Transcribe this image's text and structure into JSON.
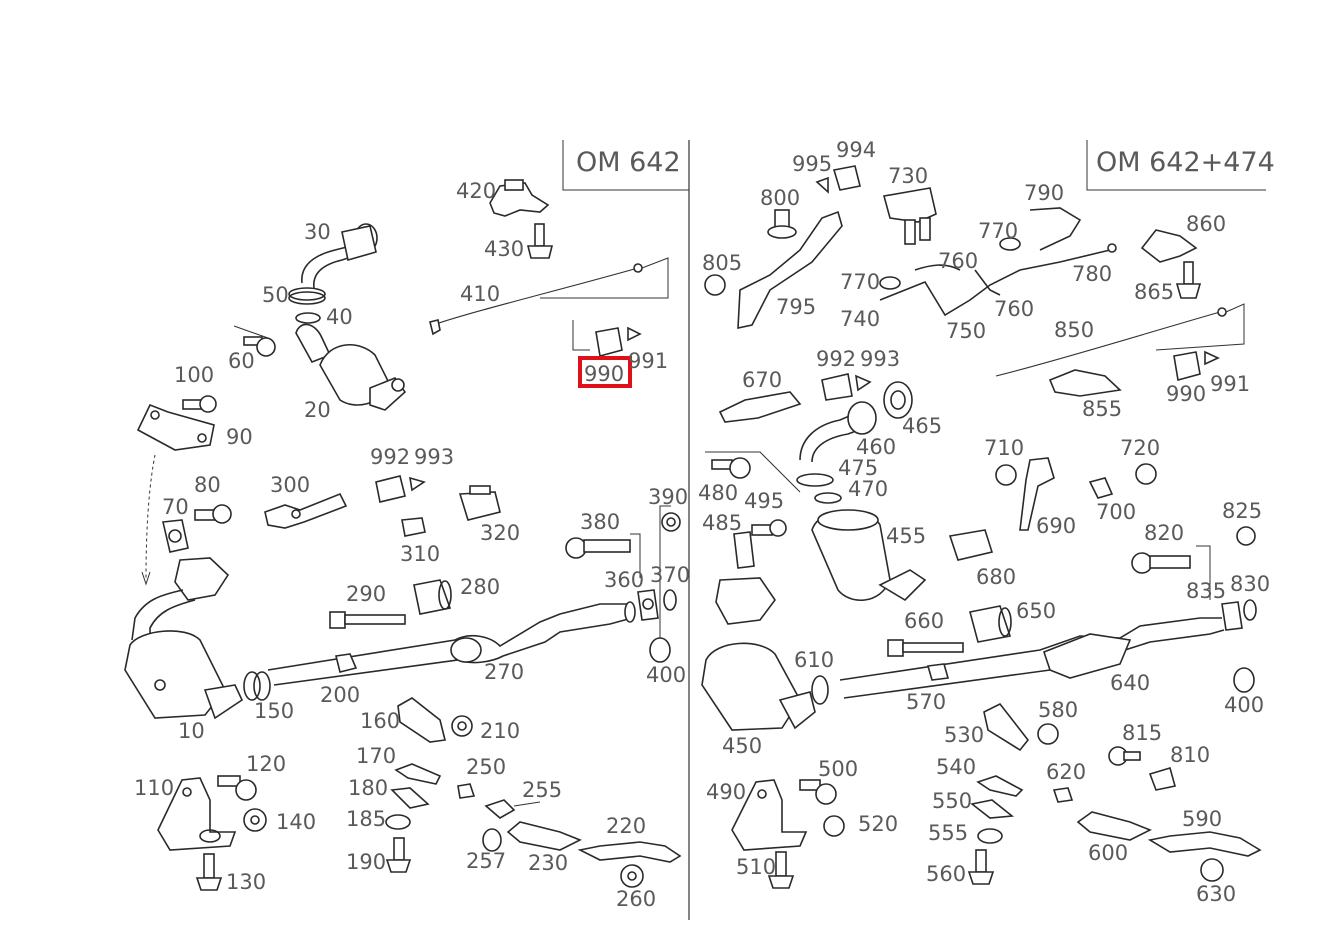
{
  "panels": {
    "left_title": "OM 642",
    "right_title": "OM 642+474"
  },
  "highlight": {
    "label": "990",
    "color": "#e0101a"
  },
  "labels": {
    "l420": "420",
    "l430": "430",
    "l410": "410",
    "l991a": "991",
    "l990a": "990",
    "l30": "30",
    "l50": "50",
    "l40": "40",
    "l60": "60",
    "l20": "20",
    "l100": "100",
    "l90": "90",
    "l80": "80",
    "l70": "70",
    "l300": "300",
    "l992a": "992",
    "l993a": "993",
    "l310": "310",
    "l320": "320",
    "l380": "380",
    "l390": "390",
    "l360": "360",
    "l370": "370",
    "l290": "290",
    "l280": "280",
    "l270": "270",
    "l400a": "400",
    "l200": "200",
    "l150": "150",
    "l10": "10",
    "l160": "160",
    "l210": "210",
    "l170": "170",
    "l180": "180",
    "l185": "185",
    "l190": "190",
    "l110": "110",
    "l120": "120",
    "l140": "140",
    "l130": "130",
    "l250": "250",
    "l255": "255",
    "l257": "257",
    "l230": "230",
    "l220": "220",
    "l260": "260",
    "r995": "995",
    "r994": "994",
    "r730": "730",
    "r800": "800",
    "r790": "790",
    "r805": "805",
    "r795": "795",
    "r770a": "770",
    "r770b": "770",
    "r760a": "760",
    "r760b": "760",
    "r740": "740",
    "r750": "750",
    "r780": "780",
    "r860": "860",
    "r865": "865",
    "r850": "850",
    "r855": "855",
    "r990": "990",
    "r991": "991",
    "r992": "992",
    "r993": "993",
    "r670": "670",
    "r465": "465",
    "r460": "460",
    "r475": "475",
    "r470": "470",
    "r480": "480",
    "r495": "495",
    "r485": "485",
    "r455": "455",
    "r710": "710",
    "r720": "720",
    "r690": "690",
    "r700": "700",
    "r820": "820",
    "r825": "825",
    "r835": "835",
    "r830": "830",
    "r680": "680",
    "r660": "660",
    "r650": "650",
    "r640": "640",
    "r400": "400",
    "r610": "610",
    "r570": "570",
    "r580": "580",
    "r530": "530",
    "r450": "450",
    "r815": "815",
    "r810": "810",
    "r540": "540",
    "r550": "550",
    "r555": "555",
    "r560": "560",
    "r620": "620",
    "r590": "590",
    "r600": "600",
    "r630": "630",
    "r490": "490",
    "r500": "500",
    "r520": "520",
    "r510": "510"
  }
}
